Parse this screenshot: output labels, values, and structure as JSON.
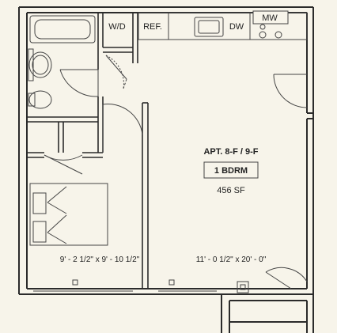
{
  "plan": {
    "apartment": "APT. 8-F / 9-F",
    "unit_type": "1 BDRM",
    "area": "456 SF",
    "bedroom_dimensions": "9' - 2 1/2\" x 9' - 10 1/2\"",
    "living_dimensions": "11' - 0 1/2\" x 20' - 0\"",
    "appliances": {
      "washer_dryer": "W/D",
      "refrigerator": "REF.",
      "dishwasher": "DW",
      "microwave": "MW"
    }
  },
  "colors": {
    "background": "#f7f4ea",
    "wall": "#2b2b2b",
    "line": "#444444"
  }
}
